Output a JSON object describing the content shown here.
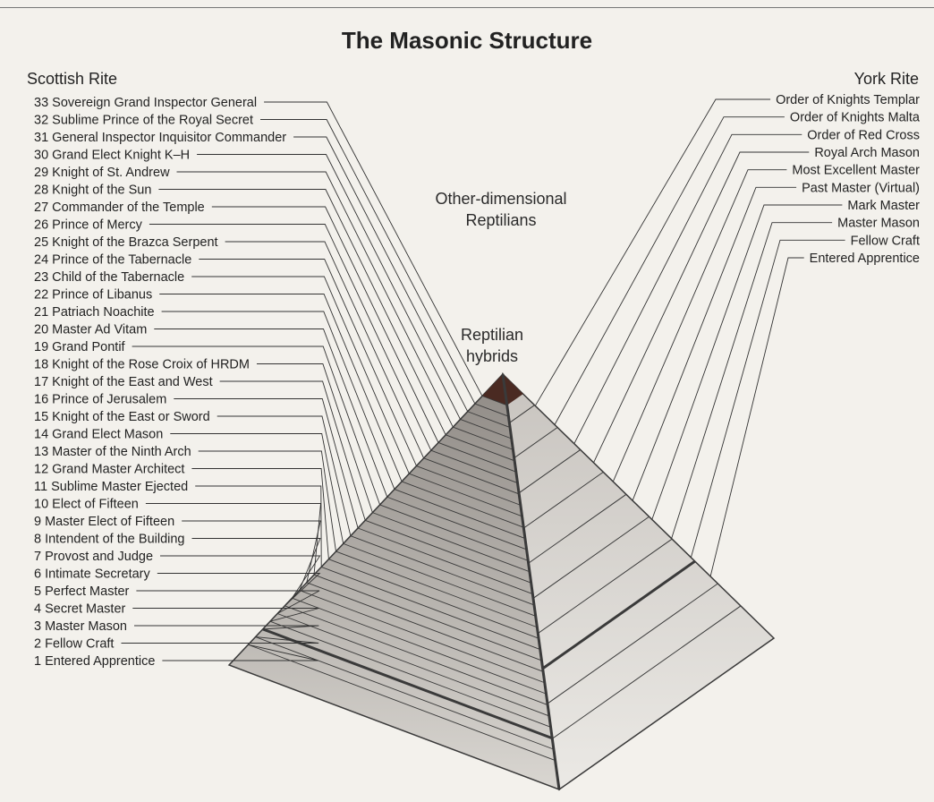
{
  "title": "The Masonic Structure",
  "scottish_heading": "Scottish Rite",
  "york_heading": "York Rite",
  "apex_top_label": [
    "Other-dimensional",
    "Reptilians"
  ],
  "apex_label": [
    "Reptilian",
    "hybrids"
  ],
  "scottish_degrees": [
    "33 Sovereign Grand Inspector General",
    "32 Sublime Prince of the Royal Secret",
    "31 General Inspector Inquisitor Commander",
    "30 Grand Elect Knight K–H",
    "29 Knight of St. Andrew",
    "28 Knight of the Sun",
    "27 Commander of the Temple",
    "26 Prince of Mercy",
    "25 Knight of the Brazca Serpent",
    "24 Prince of the Tabernacle",
    "23 Child of the Tabernacle",
    "22 Prince of Libanus",
    "21 Patriach Noachite",
    "20 Master Ad Vitam",
    "19 Grand Pontif",
    "18 Knight of the Rose Croix of HRDM",
    "17 Knight of the East and West",
    "16 Prince of Jerusalem",
    "15 Knight of the East or Sword",
    "14 Grand Elect Mason",
    "13 Master of the Ninth Arch",
    "12 Grand Master Architect",
    "11 Sublime Master Ejected",
    "10 Elect of Fifteen",
    "9 Master Elect of Fifteen",
    "8 Intendent of the Building",
    "7 Provost and Judge",
    "6 Intimate Secretary",
    "5 Perfect Master",
    "4 Secret Master",
    "3 Master Mason",
    "2 Fellow Craft",
    "1 Entered Apprentice"
  ],
  "york_degrees": [
    "Order of Knights Templar",
    "Order of Knights Malta",
    "Order of Red Cross",
    "Royal Arch Mason",
    "Most Excellent Master",
    "Past Master (Virtual)",
    "Mark Master",
    "Master Mason",
    "Fellow Craft",
    "Entered Apprentice"
  ],
  "colors": {
    "left_face_top": "#8f8a85",
    "left_face_bottom": "#d9d6d1",
    "right_face_top": "#c8c4bf",
    "right_face_bottom": "#ebe9e5",
    "apex": "#4a2a22",
    "line": "#3a3a3a"
  }
}
